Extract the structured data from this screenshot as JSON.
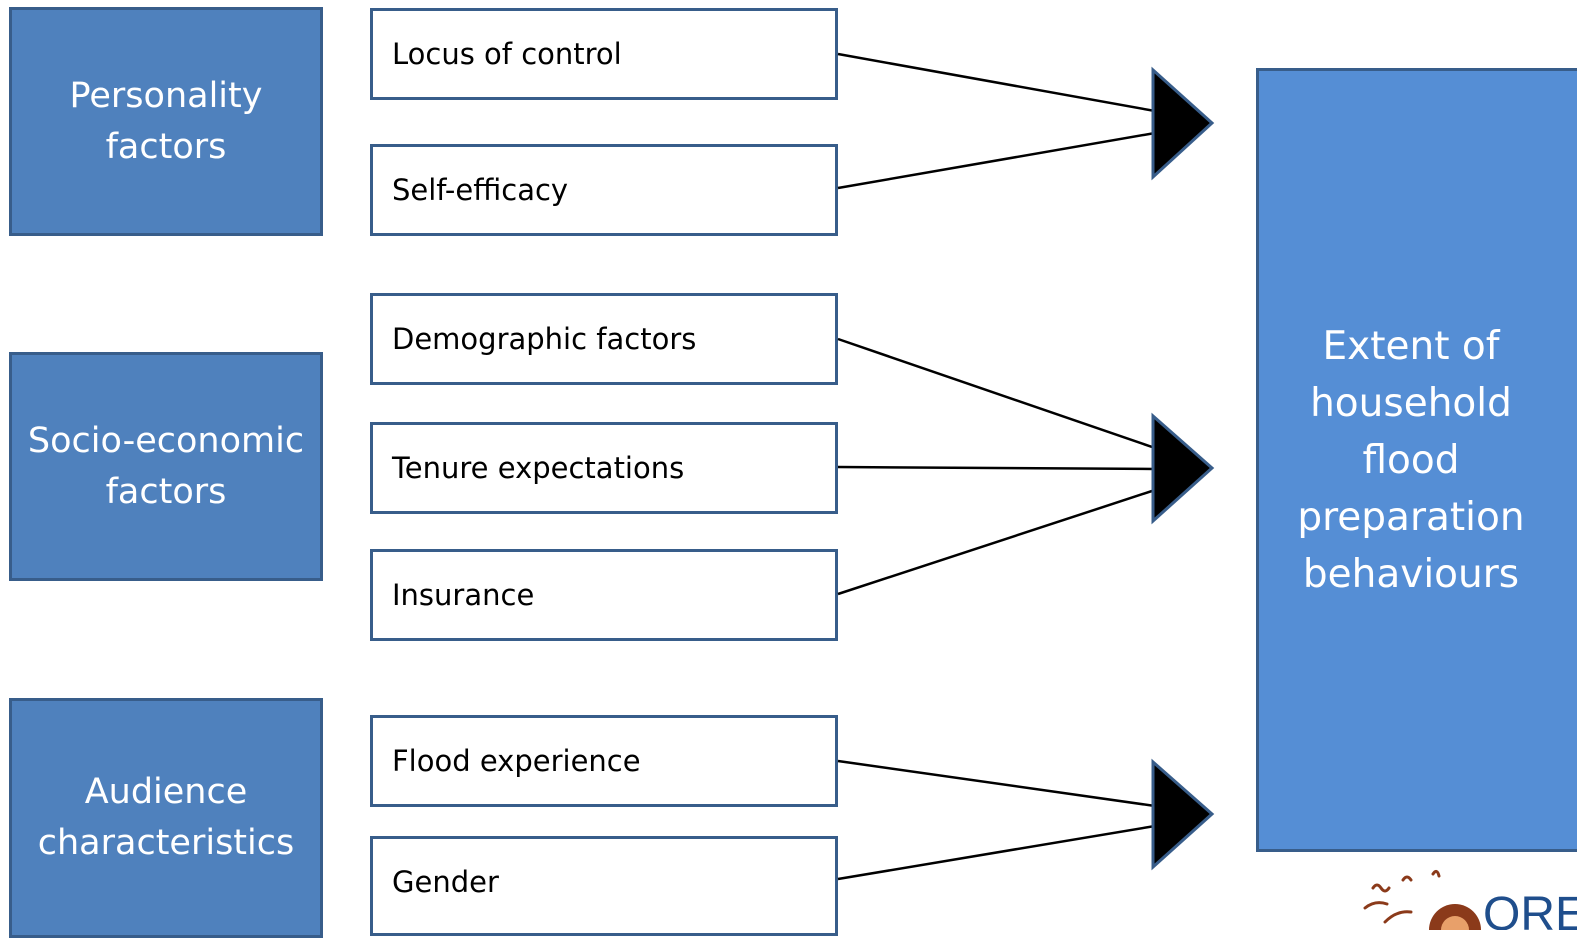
{
  "categories": [
    {
      "line1": "Personality",
      "line2": "factors"
    },
    {
      "line1": "Socio-economic",
      "line2": "factors"
    },
    {
      "line1": "Audience",
      "line2": "characteristics"
    }
  ],
  "factors": [
    "Locus of control",
    "Self-efficacy",
    "Demographic factors",
    "Tenure expectations",
    "Insurance",
    "Flood experience",
    "Gender"
  ],
  "outcome": {
    "lines": [
      "Extent of",
      "household",
      "flood",
      "preparation",
      "behaviours"
    ]
  },
  "colors": {
    "category_fill": "#4f81bd",
    "outcome_fill": "#558ed5",
    "border": "#385d8a"
  },
  "logo": {
    "text": "ORE"
  }
}
